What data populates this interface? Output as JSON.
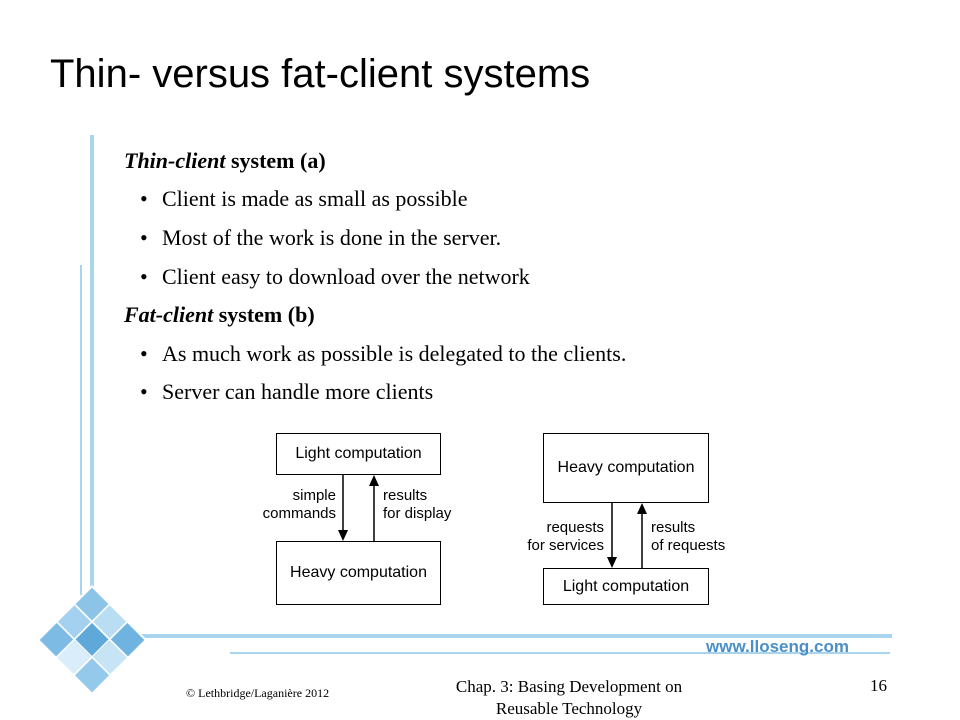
{
  "slide": {
    "title": "Thin- versus fat-client systems",
    "sections": [
      {
        "heading_em": "Thin-client",
        "heading_rest": " system (a)",
        "bullets": [
          "Client is made as small as possible",
          "Most of the work is done in the server.",
          "Client easy to download over the network"
        ]
      },
      {
        "heading_em": "Fat-client",
        "heading_rest": " system (b)",
        "bullets": [
          "As much work as possible is delegated to the clients.",
          "Server can handle more clients"
        ]
      }
    ],
    "diagram_a": {
      "top_box": "Light computation",
      "bottom_box": "Heavy computation",
      "left_label_1": "simple",
      "left_label_2": "commands",
      "right_label_1": "results",
      "right_label_2": "for display"
    },
    "diagram_b": {
      "top_box": "Heavy computation",
      "bottom_box": "Light computation",
      "left_label_1": "requests",
      "left_label_2": "for services",
      "right_label_1": "results",
      "right_label_2": "of requests"
    },
    "website": "www.lloseng.com",
    "footer_left": "© Lethbridge/Laganière 2012",
    "footer_center": "Chap. 3: Basing Development on Reusable Technology",
    "page_number": "16"
  },
  "colors": {
    "accent": "#a8d4ee",
    "website": "#4a8fc8"
  }
}
